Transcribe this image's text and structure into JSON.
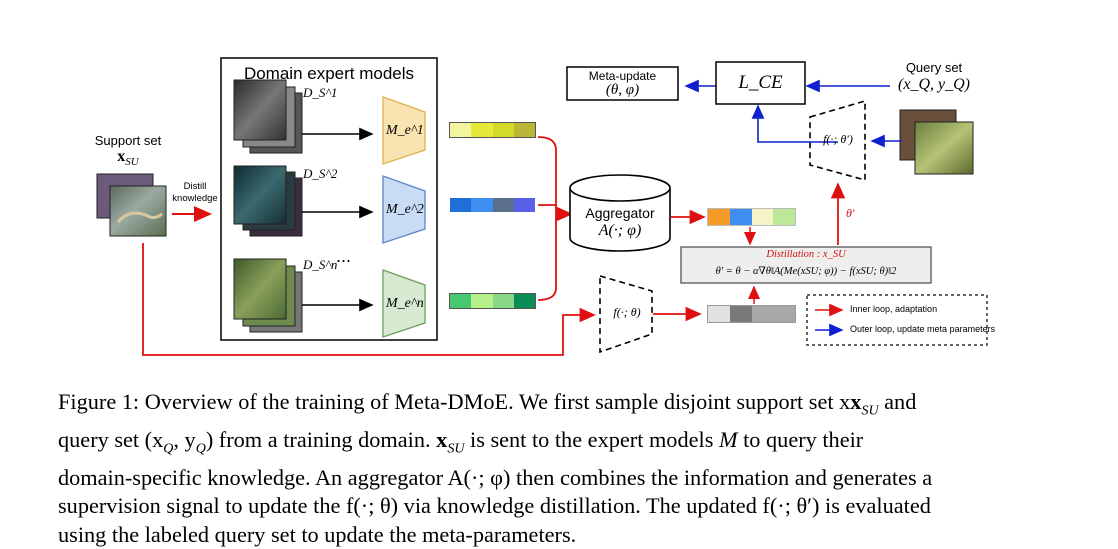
{
  "diagram": {
    "support_set_label": "Support set",
    "support_set_symbol": "x",
    "support_set_sub": "SU",
    "distill_label": "Distill knowledge",
    "experts_title": "Domain expert models",
    "domain_labels": [
      "D_S^1",
      "D_S^2",
      "D_S^n"
    ],
    "expert_labels": [
      "M_e^1",
      "M_e^2",
      "M_e^n"
    ],
    "ellipsis": "...",
    "aggregator_label": "Aggregator",
    "aggregator_formula": "A(·; φ)",
    "meta_update_label": "Meta-update",
    "meta_update_params": "(θ, φ)",
    "loss_label": "L_CE",
    "query_set_label": "Query set",
    "query_set_formula": "(x_Q, y_Q)",
    "student_label": "f(·; θ)",
    "student_updated_label": "f(·; θ′)",
    "theta_prime": "θ′",
    "distillation_title": "Distillation : x_SU",
    "distillation_formula": "θ′ = θ − α∇θ‖A(Me(xSU; φ)) − f(xSU; θ)‖2",
    "legend": {
      "inner_loop": "Inner loop, adaptation",
      "outer_loop": "Outer loop, update meta parameters"
    },
    "colors": {
      "inner_arrow": "#e01010",
      "outer_arrow": "#1020d0",
      "expert1": "#f9e3b0",
      "expert2": "#c9dcf5",
      "expertn": "#d5ead0"
    },
    "vectors": {
      "expert1": [
        "#f4f3a0",
        "#e5ea3a",
        "#d2dc28",
        "#b9b735"
      ],
      "expert2": [
        "#1f6fd8",
        "#3f8ef2",
        "#5a6f8a",
        "#5a5fe8"
      ],
      "expertn": [
        "#45c870",
        "#b5f08a",
        "#89d888",
        "#0c8c55"
      ],
      "aggregated": [
        "#f59b2a",
        "#3f8ef2",
        "#f7f3c8",
        "#bde89a"
      ],
      "student": [
        "#e2e2e2",
        "#7a7a7a",
        "#a8a8a8",
        "#a8a8a8"
      ]
    }
  },
  "caption": {
    "lines": [
      "Figure 1: Overview of the training of Meta-DMoE. We first sample disjoint support set x",
      "query set (x",
      "domain-specific knowledge. An aggregator A(·; φ) then combines the information and generates a",
      "supervision signal to update the f(·; θ) via knowledge distillation. The updated f(·; θ′) is evaluated",
      "using the labeled query set to update the meta-parameters."
    ],
    "line1_tail": " and",
    "line2_mid1": ", y",
    "line2_mid2": ") from a training domain.",
    "line2_mid3": " is sent to the expert models ",
    "line2_tail": " to query their"
  }
}
